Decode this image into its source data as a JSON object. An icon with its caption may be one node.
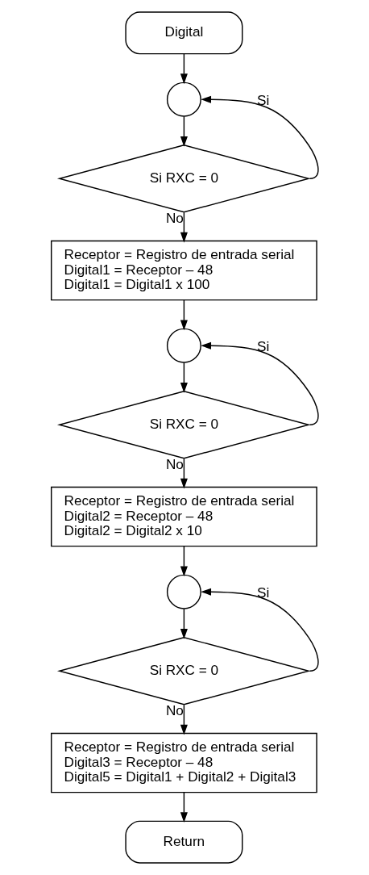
{
  "diagram": {
    "nodes": [
      {
        "text": [
          "Digital"
        ]
      },
      {
        "text": [],
        "shape": "circle"
      },
      {
        "text": [
          "Si RXC = 0"
        ]
      },
      {
        "text": [
          "Receptor = Registro de entrada serial",
          "Digital1 = Receptor – 48",
          "Digital1 = Digital1 x 100"
        ]
      },
      {
        "text": [],
        "shape": "circle"
      },
      {
        "text": [
          "Si RXC = 0"
        ]
      },
      {
        "text": [
          "Receptor = Registro de entrada serial",
          "Digital2 = Receptor – 48",
          "Digital2 = Digital2 x 10"
        ]
      },
      {
        "text": [],
        "shape": "circle"
      },
      {
        "text": [
          "Si RXC = 0"
        ]
      },
      {
        "text": [
          "Receptor = Registro de entrada serial",
          "Digital3 = Receptor – 48",
          "Digital5 = Digital1 + Digital2 + Digital3"
        ]
      },
      {
        "text": [
          "Return"
        ]
      }
    ],
    "edges": [
      {
        "from": 0,
        "to": 1,
        "arrow": "to"
      },
      {
        "from": 1,
        "to": 2,
        "arrow": "to"
      },
      {
        "from": 2,
        "to": 3,
        "arrow": "to",
        "label": "No"
      },
      {
        "from": 2,
        "to": 1,
        "arrow": "to",
        "label": "Si"
      },
      {
        "from": 3,
        "to": 4,
        "arrow": "to"
      },
      {
        "from": 4,
        "to": 5,
        "arrow": "to"
      },
      {
        "from": 5,
        "to": 6,
        "arrow": "to",
        "label": "No"
      },
      {
        "from": 5,
        "to": 4,
        "arrow": "to",
        "label": "Si"
      },
      {
        "from": 6,
        "to": 7,
        "arrow": "to"
      },
      {
        "from": 7,
        "to": 8,
        "arrow": "to"
      },
      {
        "from": 8,
        "to": 9,
        "arrow": "to",
        "label": "No"
      },
      {
        "from": 8,
        "to": 7,
        "arrow": "to",
        "label": "Si"
      },
      {
        "from": 9,
        "to": 10,
        "arrow": "to"
      }
    ]
  }
}
